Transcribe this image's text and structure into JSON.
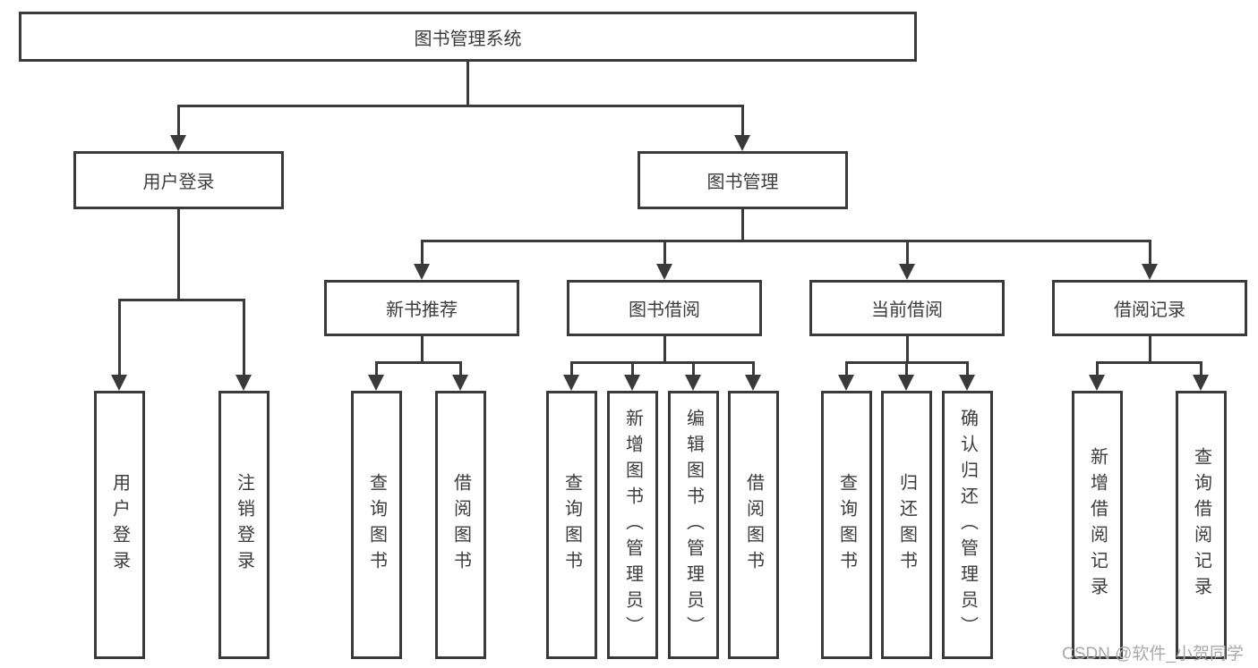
{
  "root": {
    "label": "图书管理系统"
  },
  "level1": [
    {
      "label": "用户登录"
    },
    {
      "label": "图书管理"
    }
  ],
  "level2": [
    {
      "label": "新书推荐"
    },
    {
      "label": "图书借阅"
    },
    {
      "label": "当前借阅"
    },
    {
      "label": "借阅记录"
    }
  ],
  "leaves": {
    "login": [
      "用户登录",
      "注销登录"
    ],
    "newbooks": [
      "查询图书",
      "借阅图书"
    ],
    "borrowing": [
      "查询图书",
      "新增图书（管理员）",
      "编辑图书（管理员）",
      "借阅图书"
    ],
    "current": [
      "查询图书",
      "归还图书",
      "确认归还（管理员）"
    ],
    "records": [
      "新增借阅记录",
      "查询借阅记录"
    ]
  },
  "watermark": "CSDN @软件_小贺同学",
  "colors": {
    "line": "#3a3a3a",
    "text": "#3c3c3c",
    "watermark": "#a9a9a9",
    "bg": "#ffffff"
  }
}
